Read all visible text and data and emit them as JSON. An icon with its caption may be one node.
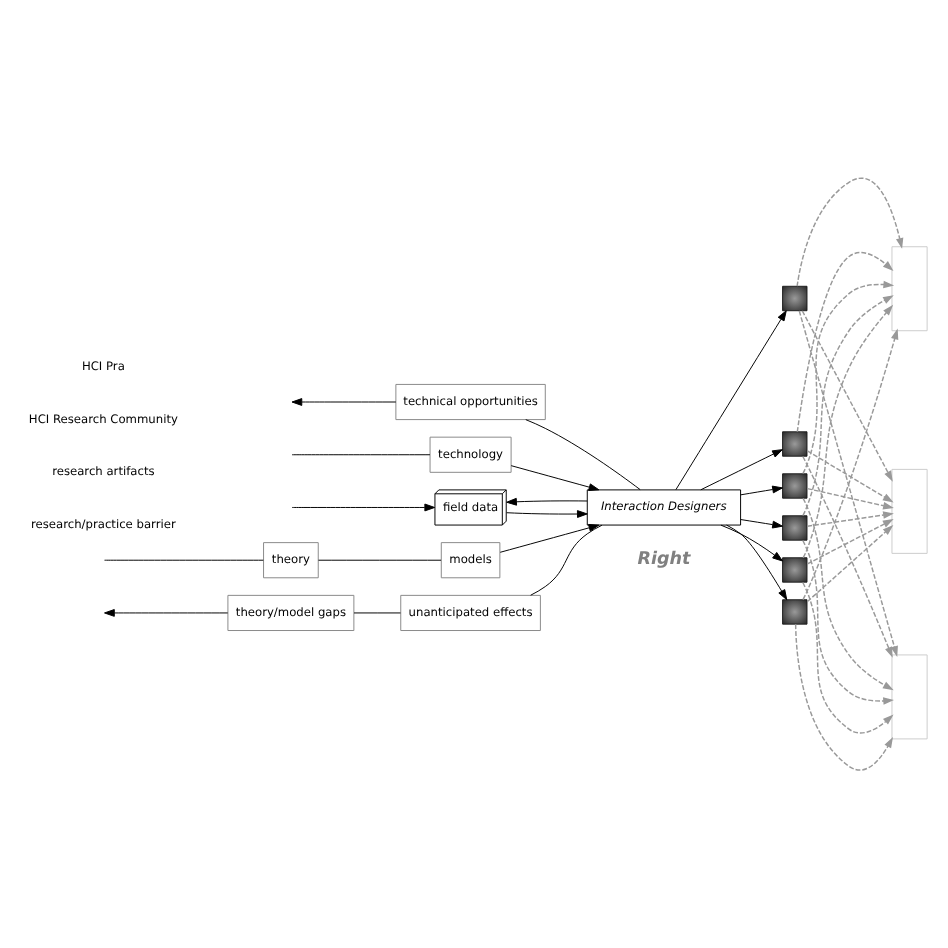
{
  "diagram": {
    "nodes": [
      {
        "text": [
          "technical opportunities"
        ]
      },
      {
        "text": [
          "technology"
        ]
      },
      {
        "text": [
          "field data"
        ]
      },
      {
        "text": [
          "Interaction Designers"
        ],
        "beside": [
          "Right"
        ]
      },
      {
        "text": [
          "models"
        ]
      },
      {
        "text": [
          "theory"
        ]
      },
      {
        "text": [
          "unanticipated effects"
        ]
      },
      {
        "text": [
          "theory/model gaps"
        ]
      },
      {
        "text": [],
        "shape": "box"
      },
      {
        "text": [],
        "shape": "box"
      },
      {
        "text": [],
        "shape": "box"
      },
      {
        "text": [],
        "shape": "box"
      },
      {
        "text": [],
        "shape": "box"
      },
      {
        "text": [],
        "shape": "box"
      },
      {
        "text": [],
        "shape": "box"
      },
      {
        "text": [],
        "shape": "box"
      },
      {
        "text": [],
        "shape": "box"
      }
    ],
    "edges": [
      {
        "from": 3,
        "to": 0,
        "arrow": "none"
      },
      {
        "from": 0,
        "to": null,
        "arrow": "to"
      },
      {
        "from": null,
        "to": 1,
        "arrow": "none"
      },
      {
        "from": 1,
        "to": 3,
        "arrow": "to"
      },
      {
        "from": null,
        "to": 2,
        "arrow": "to"
      },
      {
        "from": 2,
        "to": 3,
        "arrow": "to"
      },
      {
        "from": 3,
        "to": 2,
        "arrow": "to"
      },
      {
        "from": null,
        "to": 5,
        "arrow": "none"
      },
      {
        "from": 5,
        "to": 4,
        "arrow": "none"
      },
      {
        "from": 4,
        "to": 3,
        "arrow": "to"
      },
      {
        "from": 3,
        "to": 6,
        "arrow": "none"
      },
      {
        "from": 6,
        "to": 7,
        "arrow": "none"
      },
      {
        "from": 7,
        "to": null,
        "arrow": "to"
      },
      {
        "from": 3,
        "to": 8,
        "arrow": "to"
      },
      {
        "from": 3,
        "to": 9,
        "arrow": "to"
      },
      {
        "from": 3,
        "to": 10,
        "arrow": "to"
      },
      {
        "from": 3,
        "to": 11,
        "arrow": "to"
      },
      {
        "from": 3,
        "to": 12,
        "arrow": "to"
      },
      {
        "from": 3,
        "to": 13,
        "arrow": "to"
      },
      {
        "from": 8,
        "to": 14,
        "arrow": "to",
        "style": "dashed",
        "color": "#999999"
      },
      {
        "from": 8,
        "to": 15,
        "arrow": "to",
        "style": "dashed",
        "color": "#999999"
      },
      {
        "from": 8,
        "to": 16,
        "arrow": "to",
        "style": "dashed",
        "color": "#999999"
      },
      {
        "from": 9,
        "to": 14,
        "arrow": "to",
        "style": "dashed",
        "color": "#999999"
      },
      {
        "from": 9,
        "to": 15,
        "arrow": "to",
        "style": "dashed",
        "color": "#999999"
      },
      {
        "from": 9,
        "to": 16,
        "arrow": "to",
        "style": "dashed",
        "color": "#999999"
      },
      {
        "from": 10,
        "to": 14,
        "arrow": "to",
        "style": "dashed",
        "color": "#999999"
      },
      {
        "from": 10,
        "to": 15,
        "arrow": "to",
        "style": "dashed",
        "color": "#999999"
      },
      {
        "from": 10,
        "to": 16,
        "arrow": "to",
        "style": "dashed",
        "color": "#999999"
      },
      {
        "from": 11,
        "to": 14,
        "arrow": "to",
        "style": "dashed",
        "color": "#999999"
      },
      {
        "from": 11,
        "to": 15,
        "arrow": "to",
        "style": "dashed",
        "color": "#999999"
      },
      {
        "from": 11,
        "to": 16,
        "arrow": "to",
        "style": "dashed",
        "color": "#999999"
      },
      {
        "from": 12,
        "to": 14,
        "arrow": "to",
        "style": "dashed",
        "color": "#999999"
      },
      {
        "from": 12,
        "to": 15,
        "arrow": "to",
        "style": "dashed",
        "color": "#999999"
      },
      {
        "from": 12,
        "to": 16,
        "arrow": "to",
        "style": "dashed",
        "color": "#999999"
      },
      {
        "from": 13,
        "to": 14,
        "arrow": "to",
        "style": "dashed",
        "color": "#999999"
      },
      {
        "from": 13,
        "to": 15,
        "arrow": "to",
        "style": "dashed",
        "color": "#999999"
      },
      {
        "from": 13,
        "to": 16,
        "arrow": "to",
        "style": "dashed",
        "color": "#999999"
      }
    ],
    "labels": [
      "research/practice barrier",
      "research artifacts",
      "HCI Research Community",
      "HCI Pra"
    ]
  }
}
